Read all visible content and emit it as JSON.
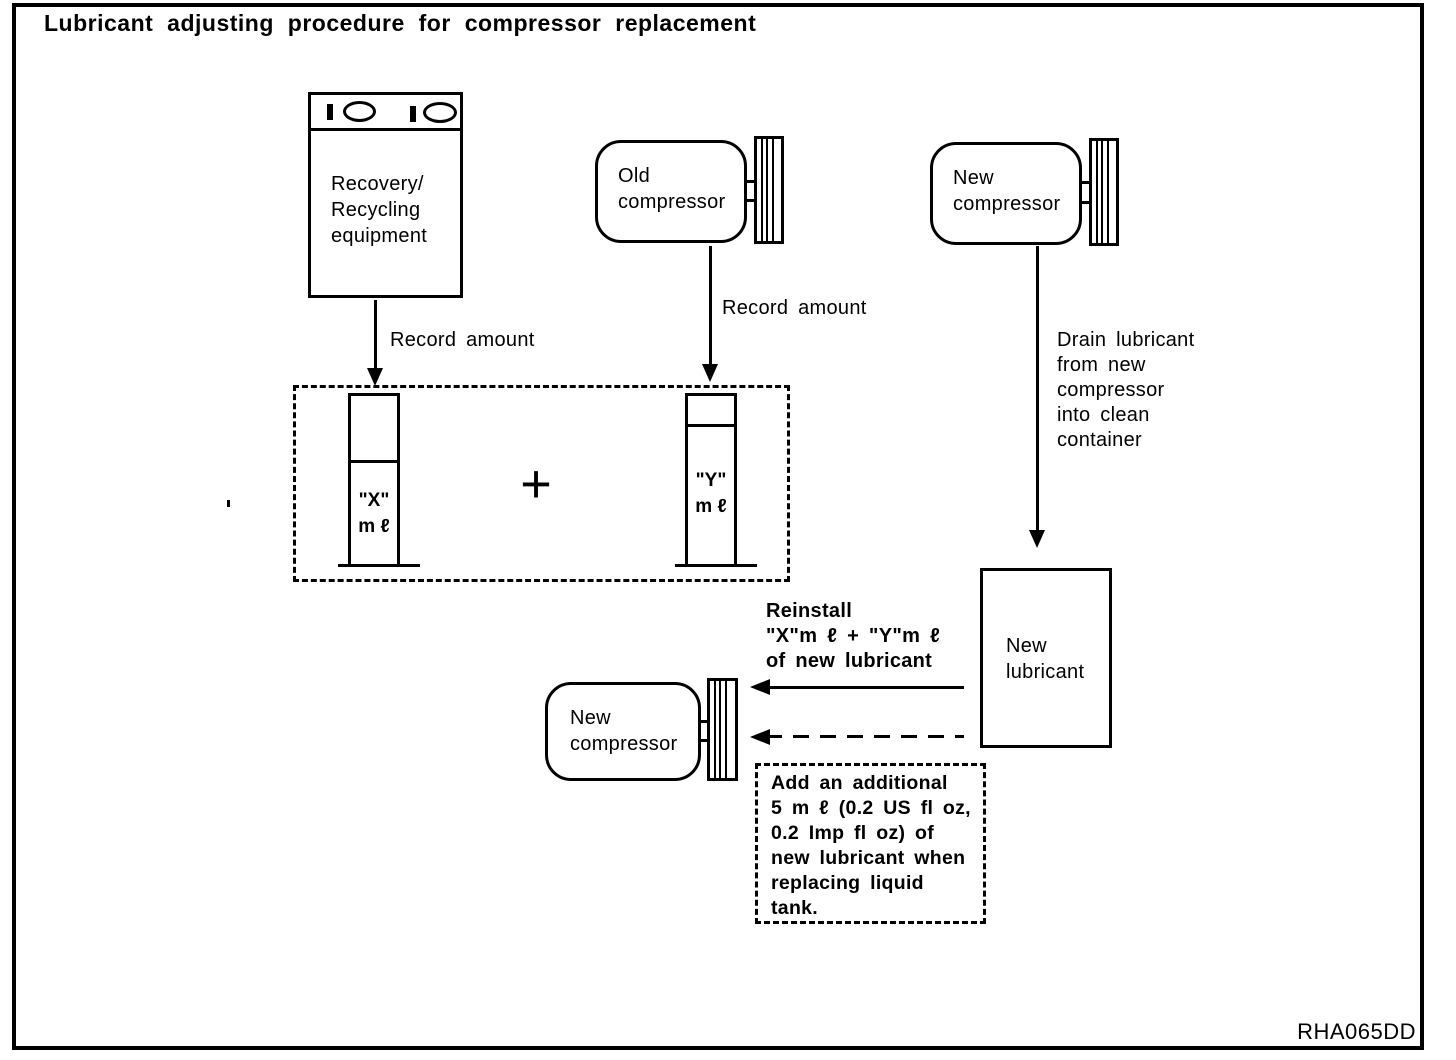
{
  "title": "Lubricant adjusting procedure for compressor replacement",
  "figure_code": "RHA065DD",
  "colors": {
    "ink": "#000000",
    "paper": "#ffffff"
  },
  "nodes": {
    "recovery_equipment": {
      "label": "Recovery/\nRecycling\nequipment"
    },
    "old_compressor": {
      "label": "Old\ncompressor"
    },
    "new_compressor_top": {
      "label": "New\ncompressor"
    },
    "new_lubricant": {
      "label": "New\nlubricant"
    },
    "new_compressor_bottom": {
      "label": "New\ncompressor"
    }
  },
  "measuring": {
    "cylinder_x": {
      "label": "\"X\"\nm ℓ"
    },
    "plus": "+",
    "cylinder_y": {
      "label": "\"Y\"\nm ℓ"
    }
  },
  "arrows": {
    "record_left": "Record amount",
    "record_right": "Record amount",
    "drain": "Drain lubricant\nfrom new\ncompressor\ninto clean\ncontainer",
    "reinstall": "Reinstall\n\"X\"m ℓ  +  \"Y\"m ℓ\nof new lubricant",
    "additional": "Add an additional\n5 m ℓ  (0.2 US fl oz,\n0.2 Imp fl oz) of\nnew lubricant when\nreplacing liquid\ntank."
  }
}
